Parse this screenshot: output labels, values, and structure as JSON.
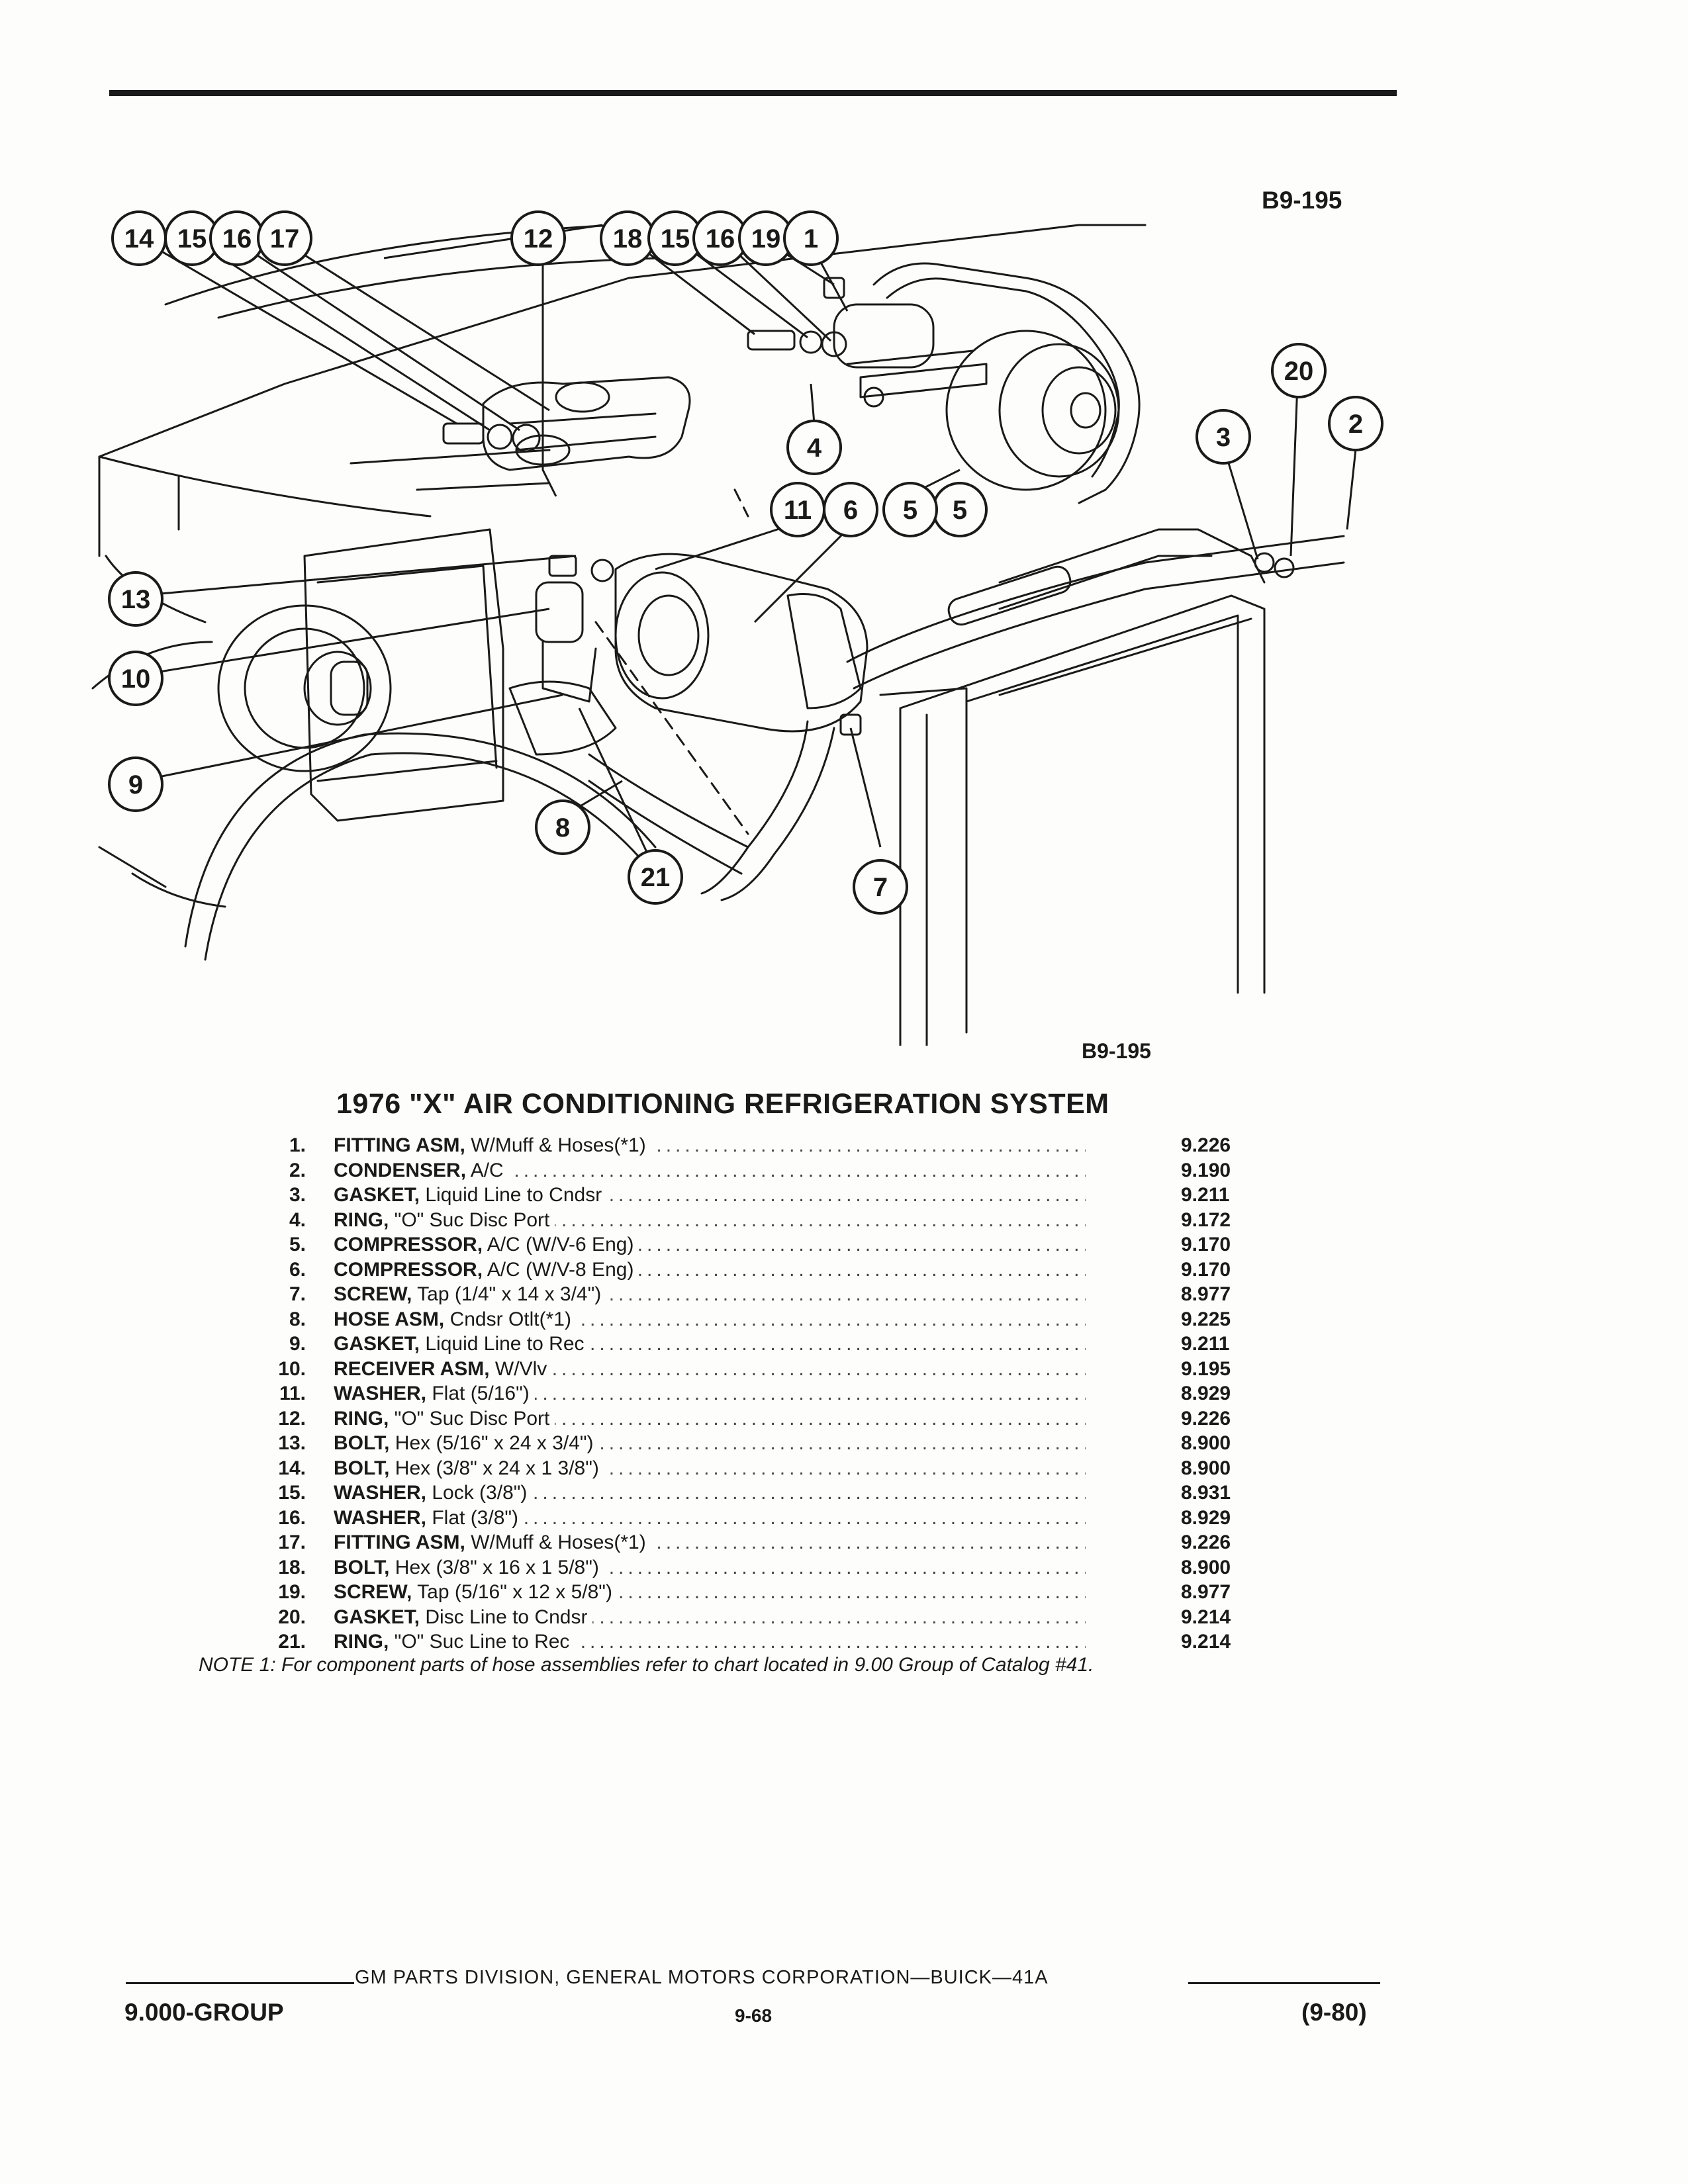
{
  "figure_code_top": "B9-195",
  "figure_code_bottom": "B9-195",
  "title": "1976 \"X\" AIR CONDITIONING REFRIGERATION SYSTEM",
  "parts": [
    {
      "num": "1.",
      "name": "FITTING ASM,",
      "desc": " W/Muff & Hoses(*1)",
      "group": "9.226"
    },
    {
      "num": "2.",
      "name": "CONDENSER,",
      "desc": " A/C",
      "group": "9.190"
    },
    {
      "num": "3.",
      "name": "GASKET,",
      "desc": " Liquid Line to Cndsr",
      "group": "9.211"
    },
    {
      "num": "4.",
      "name": "RING,",
      "desc": " \"O\" Suc Disc Port",
      "group": "9.172"
    },
    {
      "num": "5.",
      "name": "COMPRESSOR,",
      "desc": " A/C (W/V-6 Eng)",
      "group": "9.170"
    },
    {
      "num": "6.",
      "name": "COMPRESSOR,",
      "desc": " A/C (W/V-8 Eng)",
      "group": "9.170"
    },
    {
      "num": "7.",
      "name": "SCREW,",
      "desc": " Tap (1/4\" x 14 x 3/4\")",
      "group": "8.977"
    },
    {
      "num": "8.",
      "name": "HOSE ASM,",
      "desc": " Cndsr Otlt(*1)",
      "group": "9.225"
    },
    {
      "num": "9.",
      "name": "GASKET,",
      "desc": " Liquid Line to Rec",
      "group": "9.211"
    },
    {
      "num": "10.",
      "name": "RECEIVER ASM,",
      "desc": " W/Vlv",
      "group": "9.195"
    },
    {
      "num": "11.",
      "name": "WASHER,",
      "desc": " Flat (5/16\")",
      "group": "8.929"
    },
    {
      "num": "12.",
      "name": "RING,",
      "desc": " \"O\" Suc Disc Port",
      "group": "9.226"
    },
    {
      "num": "13.",
      "name": "BOLT,",
      "desc": " Hex (5/16\" x 24 x 3/4\")",
      "group": "8.900"
    },
    {
      "num": "14.",
      "name": "BOLT,",
      "desc": " Hex (3/8\" x 24 x 1 3/8\")",
      "group": "8.900"
    },
    {
      "num": "15.",
      "name": "WASHER,",
      "desc": " Lock (3/8\")",
      "group": "8.931"
    },
    {
      "num": "16.",
      "name": "WASHER,",
      "desc": " Flat (3/8\")",
      "group": "8.929"
    },
    {
      "num": "17.",
      "name": "FITTING ASM,",
      "desc": " W/Muff & Hoses(*1)",
      "group": "9.226"
    },
    {
      "num": "18.",
      "name": "BOLT,",
      "desc": " Hex (3/8\" x 16 x 1 5/8\")",
      "group": "8.900"
    },
    {
      "num": "19.",
      "name": "SCREW,",
      "desc": " Tap (5/16\" x 12 x 5/8\")",
      "group": "8.977"
    },
    {
      "num": "20.",
      "name": "GASKET,",
      "desc": " Disc Line to Cndsr",
      "group": "9.214"
    },
    {
      "num": "21.",
      "name": "RING,",
      "desc": " \"O\" Suc Line to Rec",
      "group": "9.214"
    }
  ],
  "note": "NOTE 1: For component parts of hose assemblies refer to chart located in 9.00 Group of Catalog #41.",
  "footer": {
    "corporation": "GM PARTS DIVISION, GENERAL MOTORS CORPORATION—BUICK—41A",
    "group": "9.000-GROUP",
    "page": "9-68",
    "revision": "(9-80)"
  },
  "callouts": [
    "14",
    "15",
    "16",
    "17",
    "12",
    "18",
    "15",
    "16",
    "19",
    "1",
    "20",
    "3",
    "2",
    "4",
    "5",
    "11",
    "6",
    "5",
    "13",
    "10",
    "9",
    "8",
    "21",
    "7"
  ]
}
